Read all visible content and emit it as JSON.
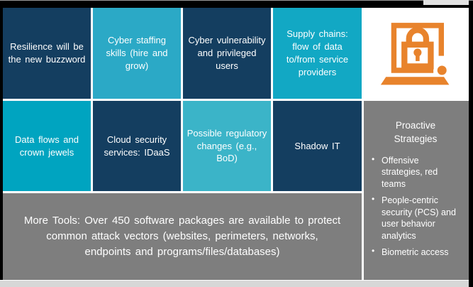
{
  "topics": [
    {
      "text": "Resilience will be the new buzzword",
      "variant": "navy"
    },
    {
      "text": "Cyber staffing skills (hire and grow)",
      "variant": "teal"
    },
    {
      "text": "Cyber vulnerability and privileged users",
      "variant": "navy"
    },
    {
      "text": "Supply chains: flow of data to/from service providers",
      "variant": "teal"
    },
    {
      "text": "Data flows and crown jewels",
      "variant": "teal"
    },
    {
      "text": "Cloud security services: IDaaS",
      "variant": "navy"
    },
    {
      "text": "Possible regulatory changes (e.g., BoD)",
      "variant": "teal-light"
    },
    {
      "text": "Shadow IT",
      "variant": "navy"
    }
  ],
  "proactive": {
    "title": "Proactive Strategies",
    "bullets": [
      "Offensive strategies, red teams",
      "People-centric security (PCS) and user behavior analytics",
      "Biometric access"
    ],
    "bullet_marker": "•"
  },
  "more_tools": {
    "text": "More Tools: Over 450 software packages are available to protect common attack vectors (websites, perimeters, networks, endpoints and programs/files/databases)"
  },
  "icon": {
    "name": "laptop-lock-icon",
    "color": "#e8832c"
  },
  "colors": {
    "navy": "#143e60",
    "teal": "#2ba9c6",
    "teal_deep": "#00a4c0",
    "teal_light": "#3bb4c8",
    "gray": "#7e7e7e",
    "orange": "#e8832c",
    "frame": "#000000",
    "bottom_strip": "#d7d7d7",
    "text": "#ffffff"
  }
}
